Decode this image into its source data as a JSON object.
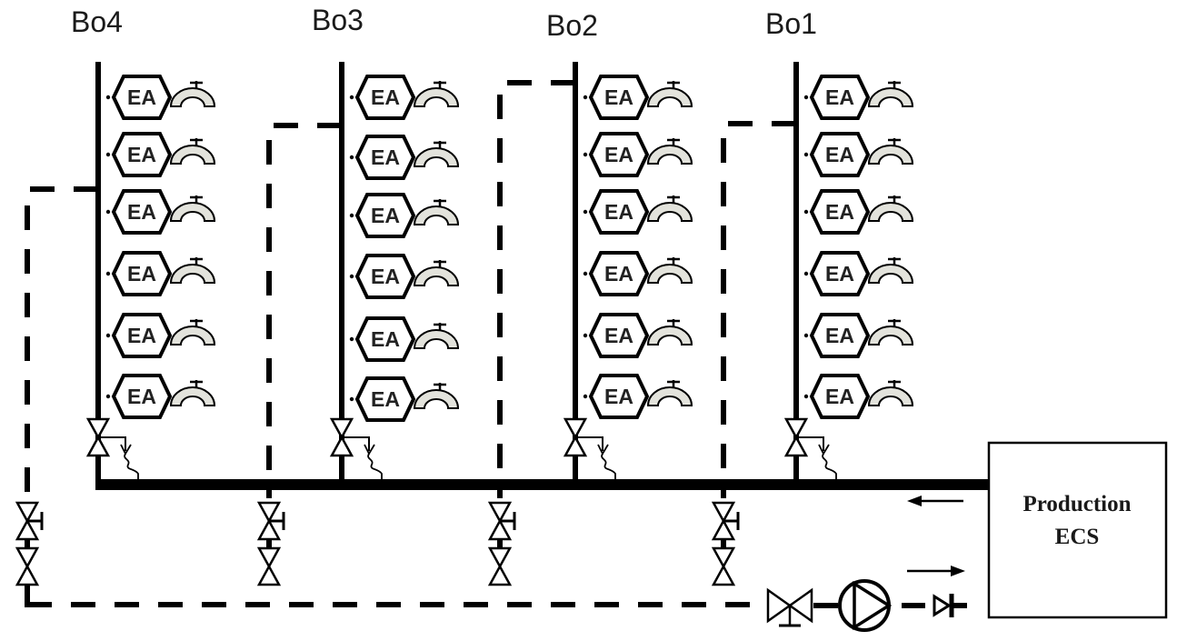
{
  "diagram": {
    "title": "Hot water distribution network with recirculation loop",
    "colors": {
      "line": "#000000",
      "tap_fill": "#e3e3dc",
      "background": "#ffffff"
    },
    "risers": [
      {
        "id": "bo4",
        "label": "Bo4",
        "outlets": 6,
        "outlet_label": "EA"
      },
      {
        "id": "bo3",
        "label": "Bo3",
        "outlets": 6,
        "outlet_label": "EA"
      },
      {
        "id": "bo2",
        "label": "Bo2",
        "outlets": 6,
        "outlet_label": "EA"
      },
      {
        "id": "bo1",
        "label": "Bo1",
        "outlets": 6,
        "outlet_label": "EA"
      }
    ],
    "production_box": {
      "line1": "Production",
      "line2": "ECS"
    },
    "flow_arrows": [
      {
        "id": "supply-flow",
        "direction": "left"
      },
      {
        "id": "return-flow",
        "direction": "right"
      }
    ],
    "legend_components": [
      "supply-main",
      "return-loop-dashed",
      "balancing-valve",
      "isolation-valve",
      "circulation-pump",
      "check-valve",
      "thermostatic-valve"
    ]
  }
}
